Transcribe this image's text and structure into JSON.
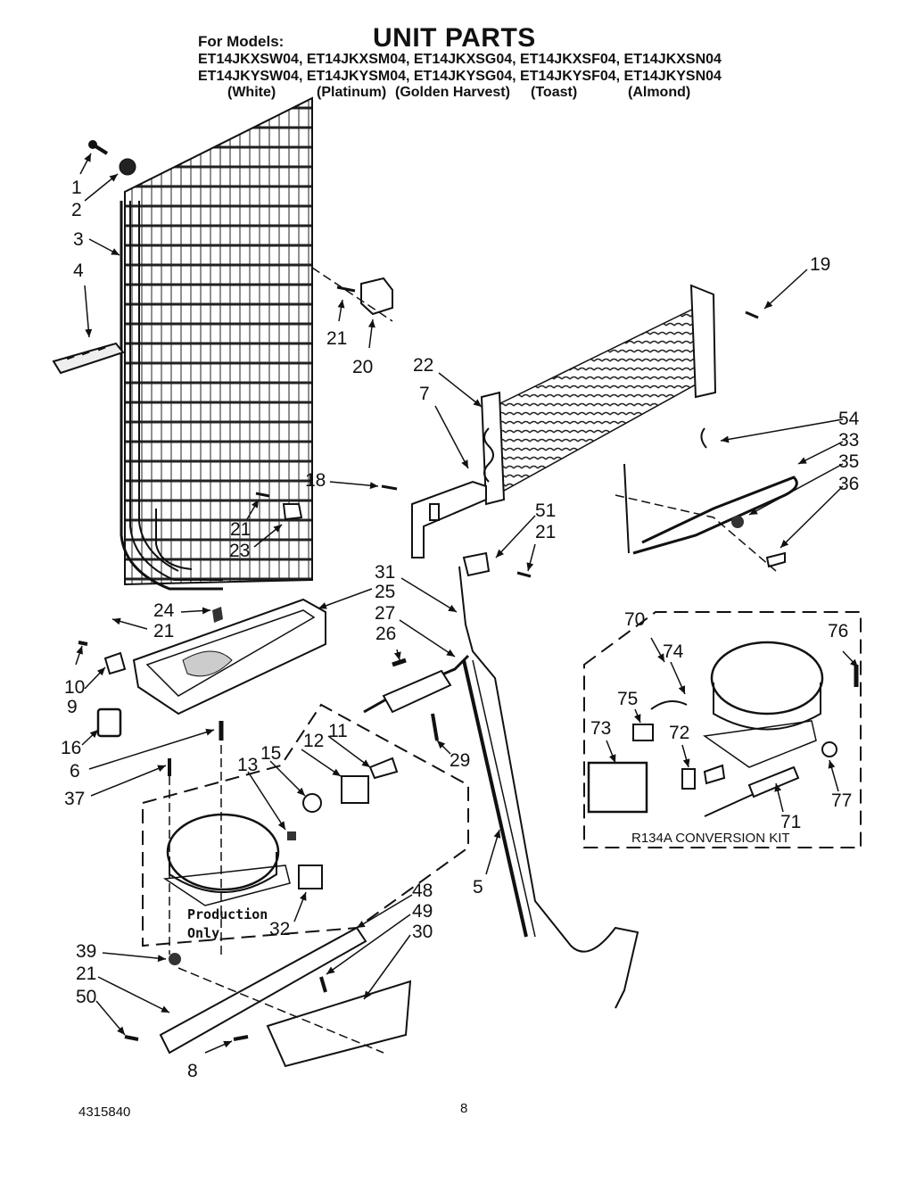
{
  "header": {
    "for_models": "For Models:",
    "title": "UNIT PARTS",
    "models_line1": "ET14JKXSW04, ET14JKXSM04, ET14JKXSG04, ET14JKXSF04, ET14JKXSN04",
    "models_line2": "ET14JKYSW04, ET14JKYSM04, ET14JKYSG04, ET14JKYSF04, ET14JKYSN04",
    "colors": [
      "(White)",
      "(Platinum)",
      "(Golden Harvest)",
      "(Toast)",
      "(Almond)"
    ]
  },
  "callouts": [
    "1",
    "2",
    "3",
    "4",
    "21",
    "20",
    "19",
    "22",
    "7",
    "54",
    "33",
    "35",
    "36",
    "18",
    "51",
    "21",
    "21",
    "23",
    "31",
    "24",
    "21",
    "25",
    "27",
    "26",
    "70",
    "76",
    "74",
    "75",
    "73",
    "72",
    "10",
    "9",
    "16",
    "29",
    "11",
    "12",
    "15",
    "13",
    "6",
    "37",
    "77",
    "71",
    "5",
    "48",
    "49",
    "30",
    "32",
    "39",
    "21",
    "50",
    "8"
  ],
  "notes": {
    "production_only": [
      "Production",
      "Only"
    ],
    "conversion_kit": "R134A CONVERSION KIT"
  },
  "footer": {
    "part_number": "4315840",
    "page": "8"
  }
}
